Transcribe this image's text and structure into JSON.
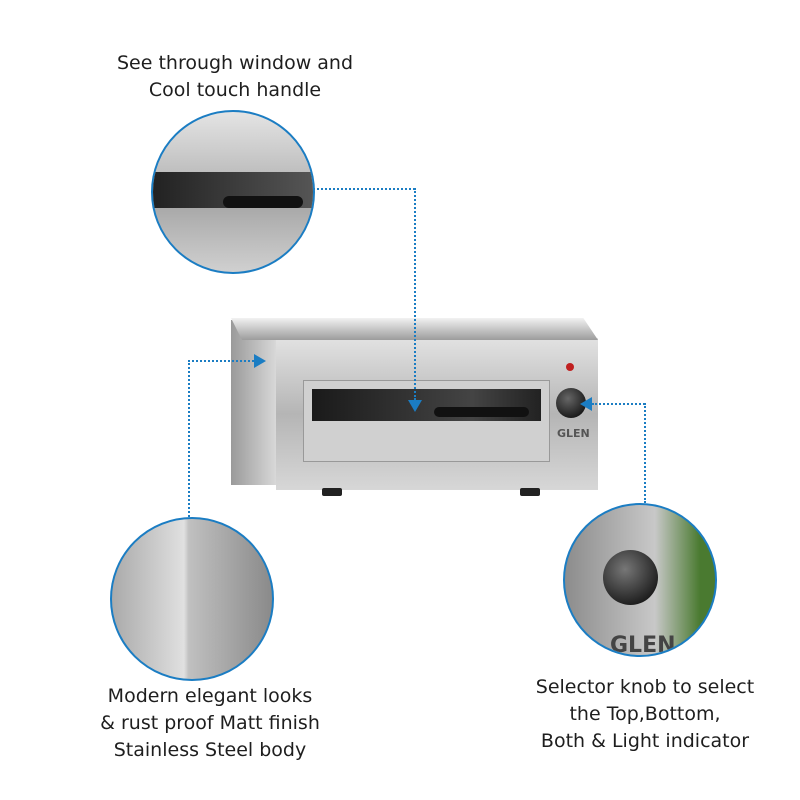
{
  "captions": {
    "window": [
      "See through window and",
      "Cool touch handle"
    ],
    "body": [
      "Modern elegant looks",
      "& rust proof Matt finish",
      "Stainless Steel body"
    ],
    "knob": [
      "Selector knob to select",
      "the Top,Bottom,",
      "Both & Light indicator"
    ]
  },
  "brand": "GLEN",
  "colors": {
    "accent": "#1b7dc3",
    "background": "#ffffff"
  }
}
